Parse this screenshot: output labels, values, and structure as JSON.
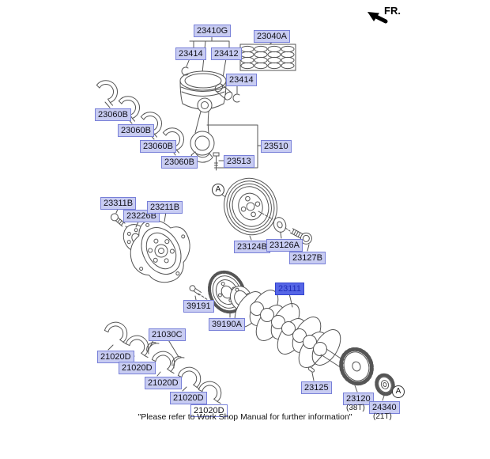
{
  "fr": {
    "label": "FR."
  },
  "view_marker": {
    "label": "A"
  },
  "footer": {
    "note": "\"Please refer to Work Shop Manual for further information\""
  },
  "parts": {
    "23410G": "23410G",
    "23040A": "23040A",
    "23414": "23414",
    "23412": "23412",
    "23060B": "23060B",
    "23510": "23510",
    "23513": "23513",
    "23311B": "23311B",
    "23226B": "23226B",
    "23211B": "23211B",
    "23124B": "23124B",
    "23126A": "23126A",
    "23127B": "23127B",
    "39191": "39191",
    "39190A": "39190A",
    "23111": "23111",
    "21030C": "21030C",
    "21020D": "21020D",
    "23125": "23125",
    "23120": "23120",
    "24340": "24340"
  },
  "sub_labels": {
    "23120": "(38T)",
    "24340": "(21T)"
  },
  "colors": {
    "label_bg": "#c8ccf2",
    "label_border": "#7880d8",
    "highlight_bg": "#5666e6",
    "highlight_text": "#1f2cb8",
    "line_art": "#555555"
  }
}
